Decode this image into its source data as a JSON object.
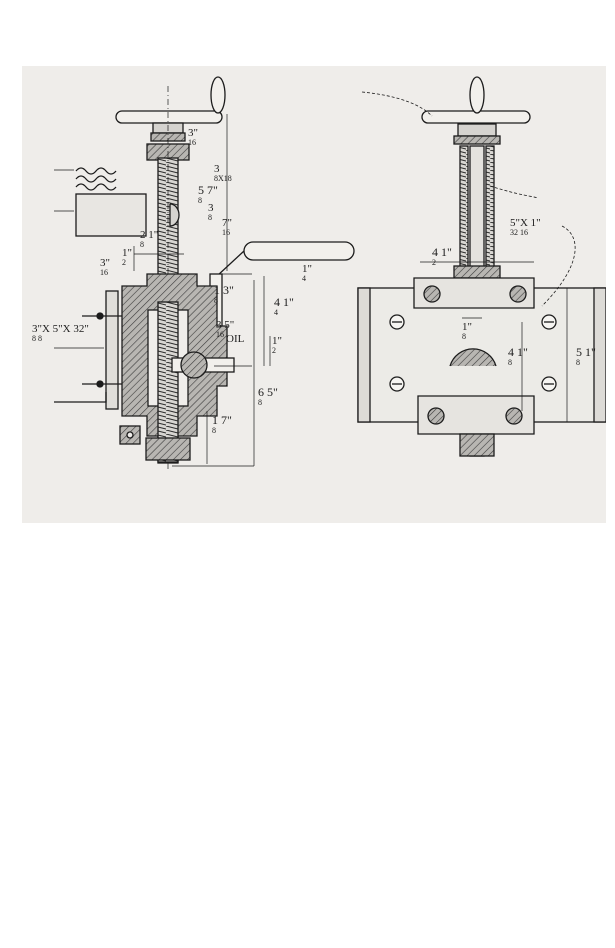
{
  "figure": {
    "left_view": {
      "dims": {
        "d_3_16_top": "3\"\n16",
        "d_3_8x18": "3\n8X18",
        "d_5_7_8": "5 7\"\n8",
        "d_3_8": "3\n8",
        "d_7_16": "7\"\n16",
        "d_2_1_8": "2 1\"\n8",
        "d_1_2": "1\"\n2",
        "d_3_16_side": "3\"\n16",
        "d_1_4": "1\"\n4",
        "d_1_3_8": "1 3\"\n8",
        "d_4_1_4": "4 1\"\n4",
        "d_3_5_16": "3 5\"\n16",
        "oil": "OIL",
        "d_1_2_b": "1\"\n2",
        "d_3_8x5_8x32": "3\"X 5\"X 32\"\n8    8",
        "d_6_5_8": "6 5\"\n8",
        "d_1_7_8": "1 7\"\n8"
      }
    },
    "right_view": {
      "dims": {
        "d_5_32x1_16": "5\"X 1\"\n32  16",
        "d_4_1_2": "4 1\"\n2",
        "d_1_8": "1\"\n8",
        "d_4_1_8": "4 1\"\n8",
        "d_5_1_8": "5 1\"\n8"
      }
    },
    "colors": {
      "paper": "#efedea",
      "ink": "#1c1c1c",
      "hatch": "#5a5a5a"
    }
  }
}
